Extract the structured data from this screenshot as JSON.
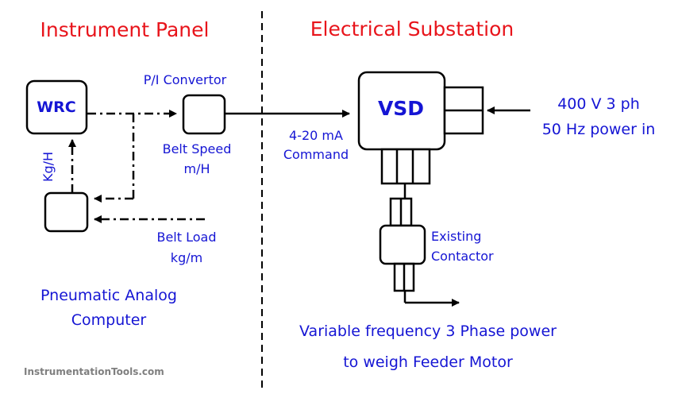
{
  "headings": {
    "left": "Instrument Panel",
    "right": "Electrical Substation"
  },
  "blocks": {
    "wrc": "WRC",
    "vsd": "VSD"
  },
  "labels": {
    "pi_convertor": "P/I Convertor",
    "belt_speed_line1": "Belt Speed",
    "belt_speed_line2": "m/H",
    "command_line1": "4-20 mA",
    "command_line2": "Command",
    "kg_h": "Kg/H",
    "belt_load_line1": "Belt Load",
    "belt_load_line2": "kg/m",
    "power_in_line1": "400 V 3 ph",
    "power_in_line2": "50 Hz power in",
    "existing_contactor_line1": "Existing",
    "existing_contactor_line2": "Contactor",
    "computer_line1": "Pneumatic Analog",
    "computer_line2": "Computer",
    "output_line1": "Variable frequency 3 Phase power",
    "output_line2": "to weigh Feeder Motor"
  },
  "watermark": "InstrumentationTools.com",
  "colors": {
    "heading": "#e8141b",
    "label": "#1515d4",
    "line": "#000000",
    "watermark": "#7f7f7f"
  }
}
